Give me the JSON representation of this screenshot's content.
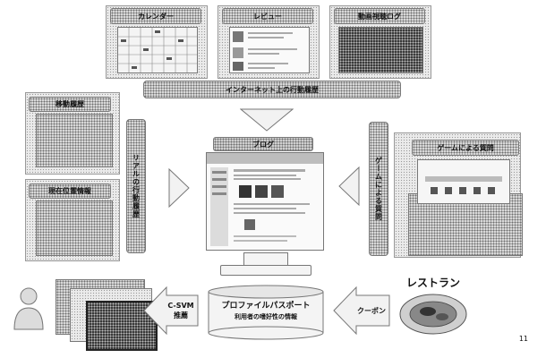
{
  "top_sources": [
    {
      "label": "カレンダー"
    },
    {
      "label": "レビュー"
    },
    {
      "label": "動画視聴ログ"
    }
  ],
  "internet_bar": "インターネット上の行動履歴",
  "left_sources": [
    {
      "label": "移動履歴"
    },
    {
      "label": "現在位置情報"
    }
  ],
  "left_vertical": "リアルの行動履歴",
  "right_vertical": "ゲームによる質問",
  "right_source": "ゲームによる質問",
  "blog_title": "ブログ",
  "passport": {
    "title": "プロファイルパスポート",
    "subtitle": "利用者の嗜好性の情報"
  },
  "coupon": "クーポン",
  "csvm": "C-SVM\n推薦",
  "restaurant": "レストラン",
  "page_number": "11"
}
